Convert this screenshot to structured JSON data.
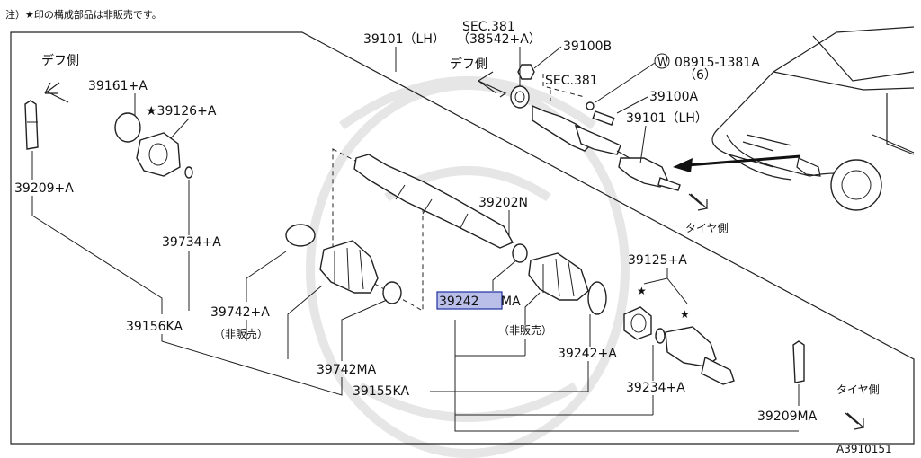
{
  "note": "注）★印の構成部品は非販売です。",
  "figure_id": "A3910151",
  "labels": {
    "p39101_top": "39101（LH）",
    "sec381_a": "SEC.381",
    "p38542": "（38542+A）",
    "p39100b": "39100B",
    "w_mark": "W",
    "p08915": "08915-1381A",
    "qty6": "（6）",
    "sec381_b": "SEC.381",
    "p39100a": "39100A",
    "p39101_r": "39101（LH）",
    "diff_side_1": "デフ側",
    "diff_side_2": "デフ側",
    "tire_side_1": "タイヤ側",
    "tire_side_2": "タイヤ側",
    "p39161": "39161+A",
    "p39126": "★39126+A",
    "p39209a": "39209+A",
    "p39734": "39734+A",
    "p39202n": "39202N",
    "p39125": "39125+A",
    "p39742a": "39742+A",
    "not_sold_1": "（非販売）",
    "p39156ka": "39156KA",
    "p39742ma": "39742MA",
    "p39242ma_hl": "39242",
    "p39242ma_tail": "MA",
    "not_sold_2": "（非販売）",
    "p39242a": "39242+A",
    "p39155ka": "39155KA",
    "p39234": "39234+A",
    "p39209ma": "39209MA",
    "star_1": "★",
    "star_2": "★"
  }
}
